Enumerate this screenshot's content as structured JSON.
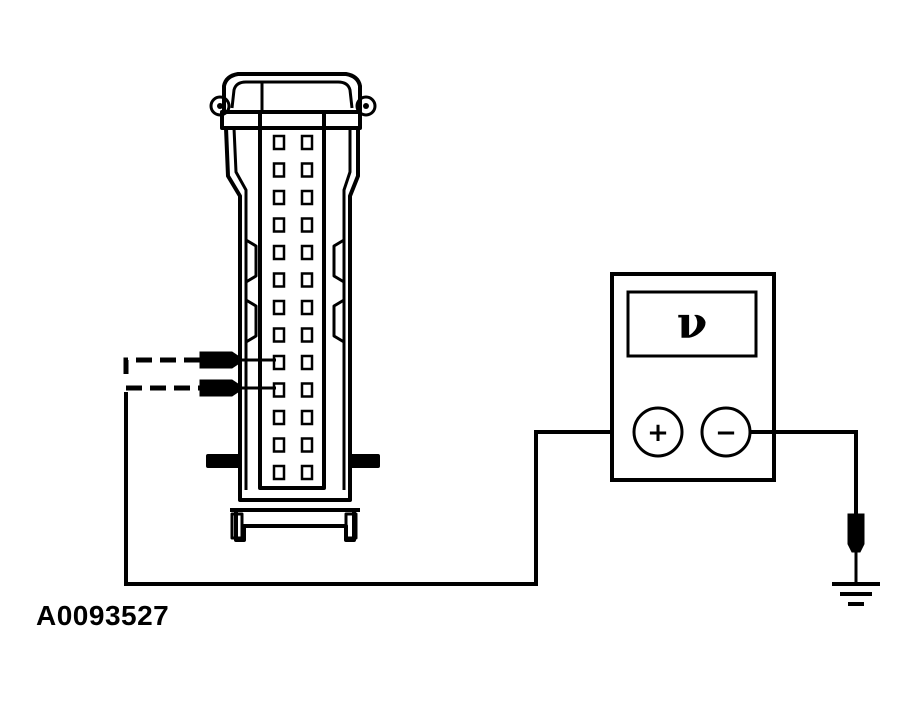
{
  "figure": {
    "id_label": "A0093527"
  },
  "multimeter": {
    "display_symbol": "ν",
    "positive_terminal": "+",
    "negative_terminal": "−"
  },
  "connector": {
    "pin_rows": 13,
    "pin_columns": 2,
    "probed_rows": [
      8,
      9
    ]
  },
  "colors": {
    "line": "#000000",
    "background": "#ffffff"
  }
}
